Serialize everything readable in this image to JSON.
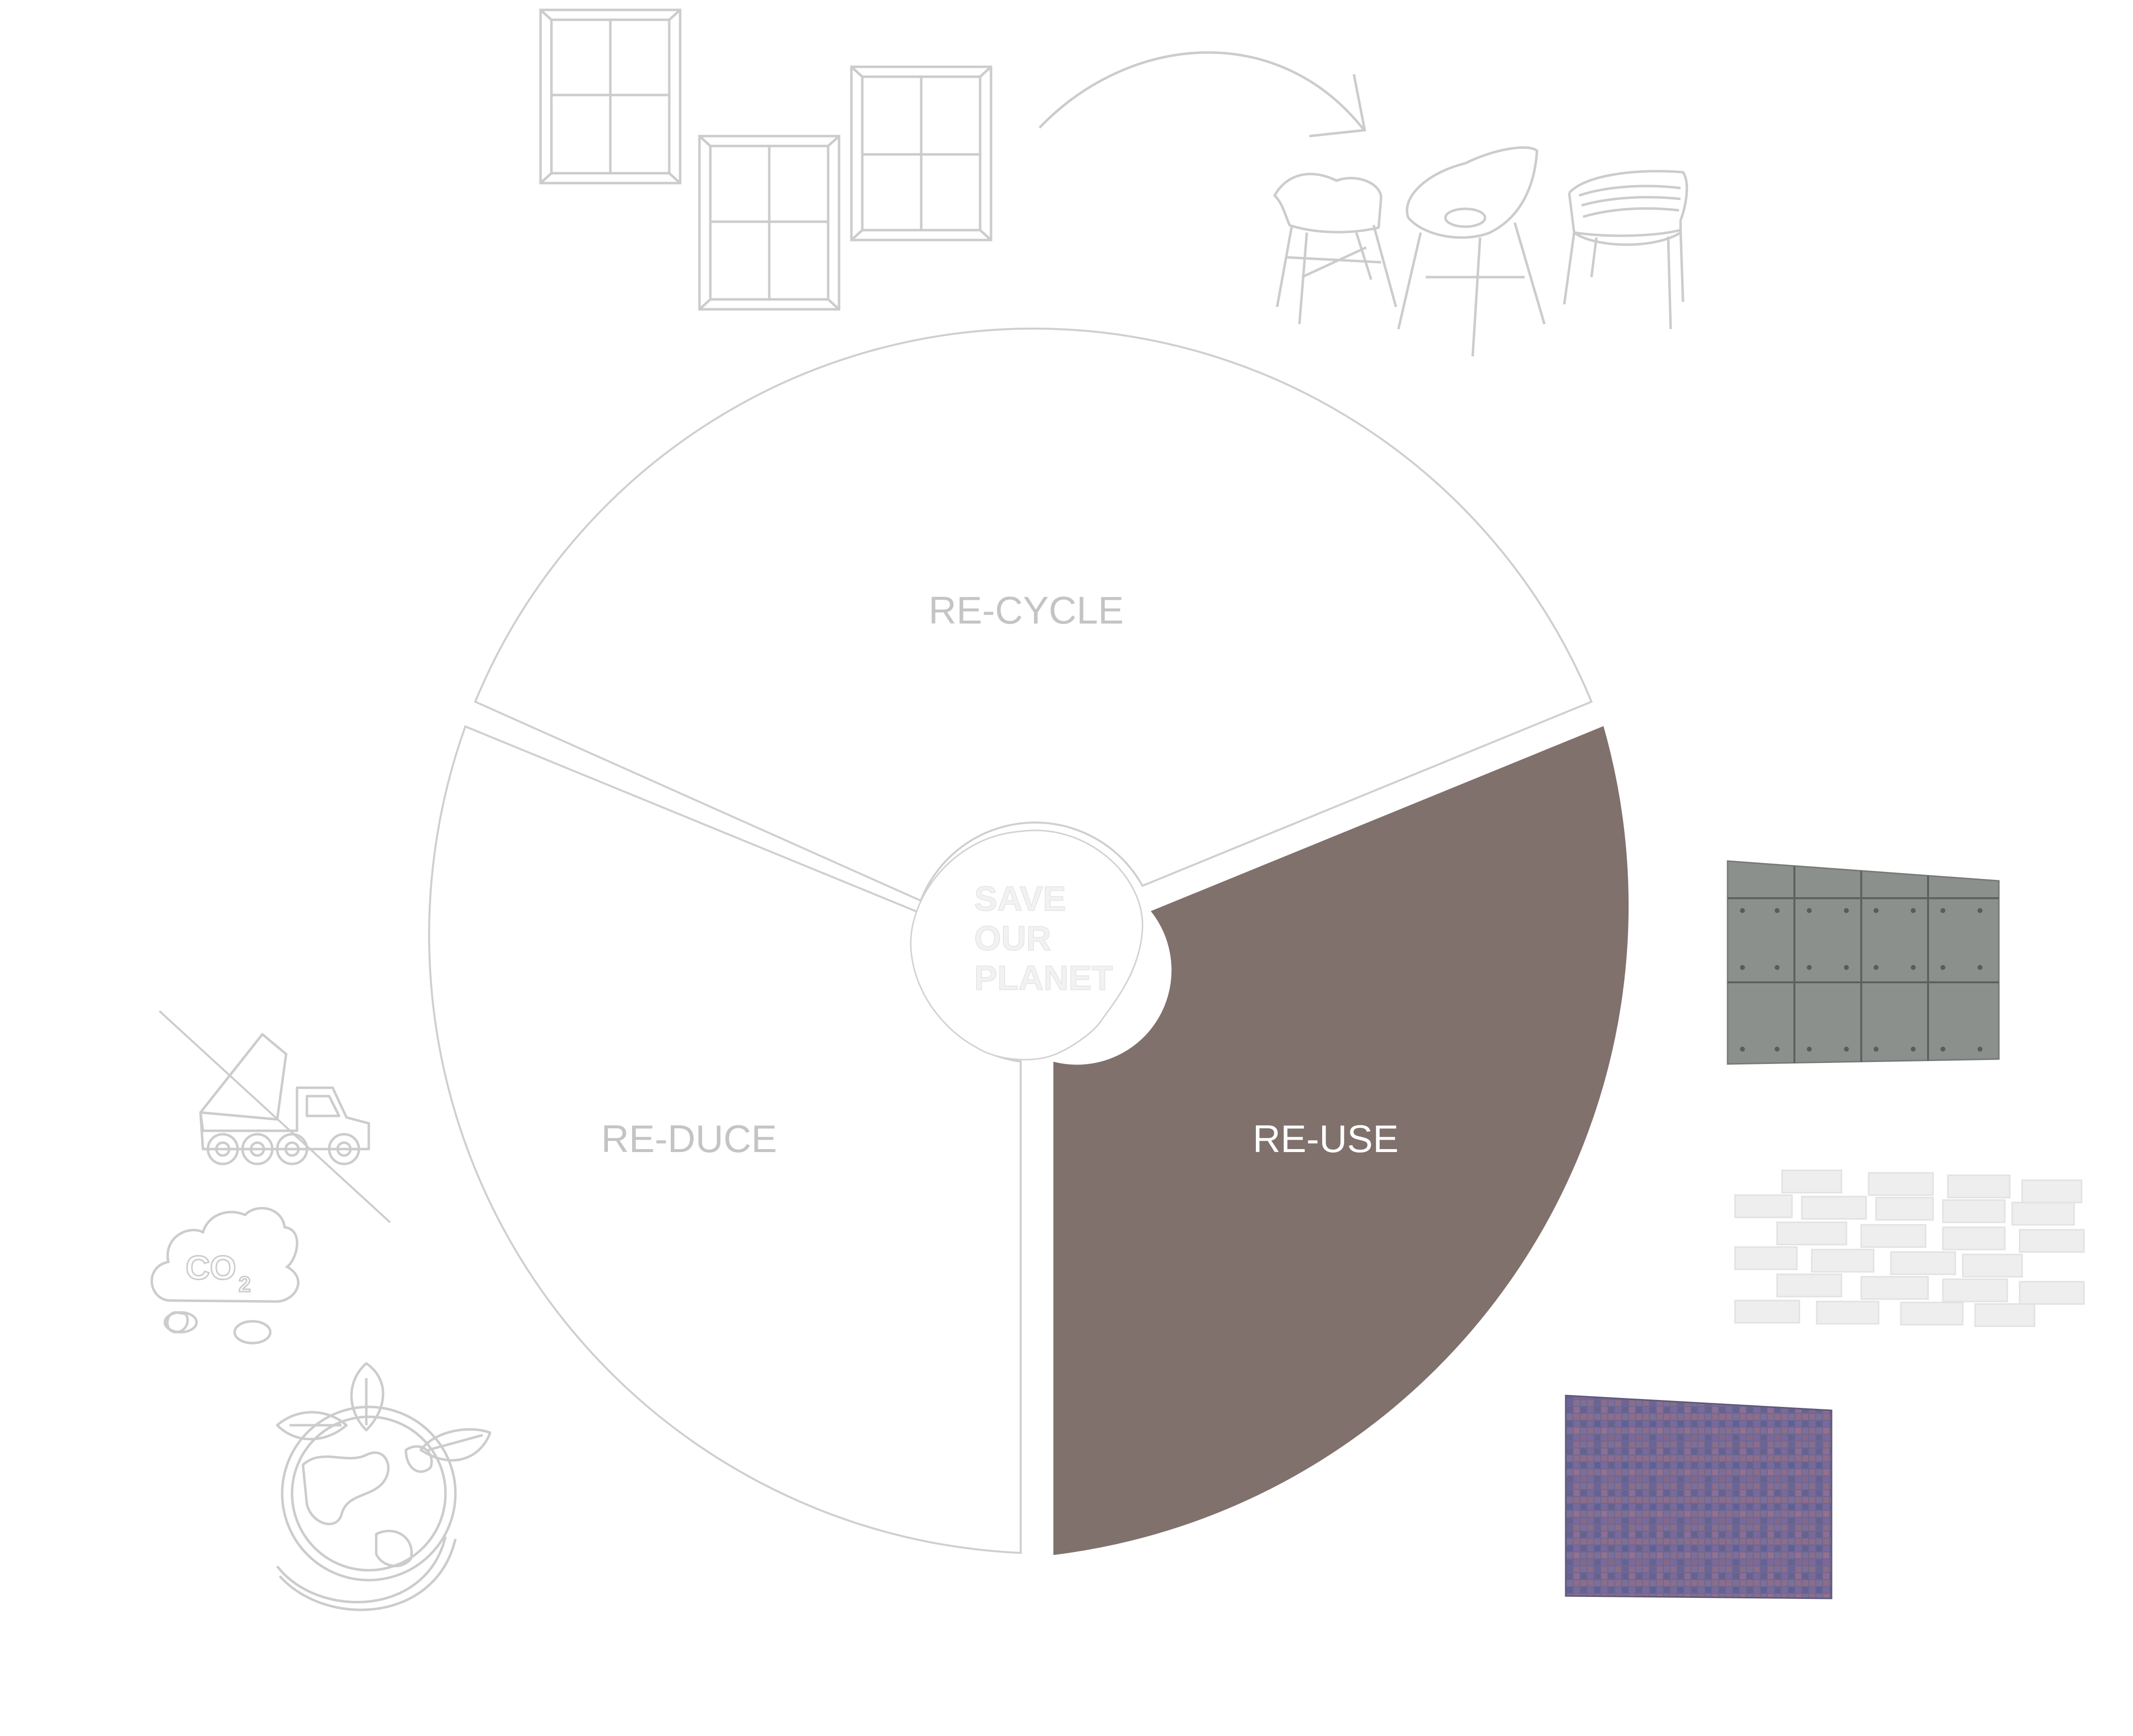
{
  "diagram": {
    "segments": [
      {
        "id": "recycle",
        "label": "RE-CYCLE",
        "fill": "#ffffff",
        "stroke": "#cfcfcf",
        "text_color": "#c4c4c4"
      },
      {
        "id": "reduce",
        "label": "RE-DUCE",
        "fill": "#ffffff",
        "stroke": "#cfcfcf",
        "text_color": "#c4c4c4"
      },
      {
        "id": "reuse",
        "label": "RE-USE",
        "fill": "#80716d",
        "stroke": "#80716d",
        "text_color": "#ffffff"
      }
    ],
    "center": {
      "lines": [
        "SAVE",
        "OUR",
        "PLANET"
      ],
      "text_color": "#f2f2f2",
      "stroke": "#d2d2d2"
    },
    "colors": {
      "line_art": "#cccccc",
      "concrete": "#8c908c",
      "mosaic": "#6f6790",
      "tiles": "#eeeeee"
    },
    "icons": [
      "window-frame-icon",
      "curved-arrow-icon",
      "chair-icon",
      "dump-truck-icon",
      "co2-cloud-icon",
      "earth-leaf-icon",
      "concrete-panel-swatch",
      "white-tile-swatch",
      "mosaic-tile-swatch"
    ]
  }
}
